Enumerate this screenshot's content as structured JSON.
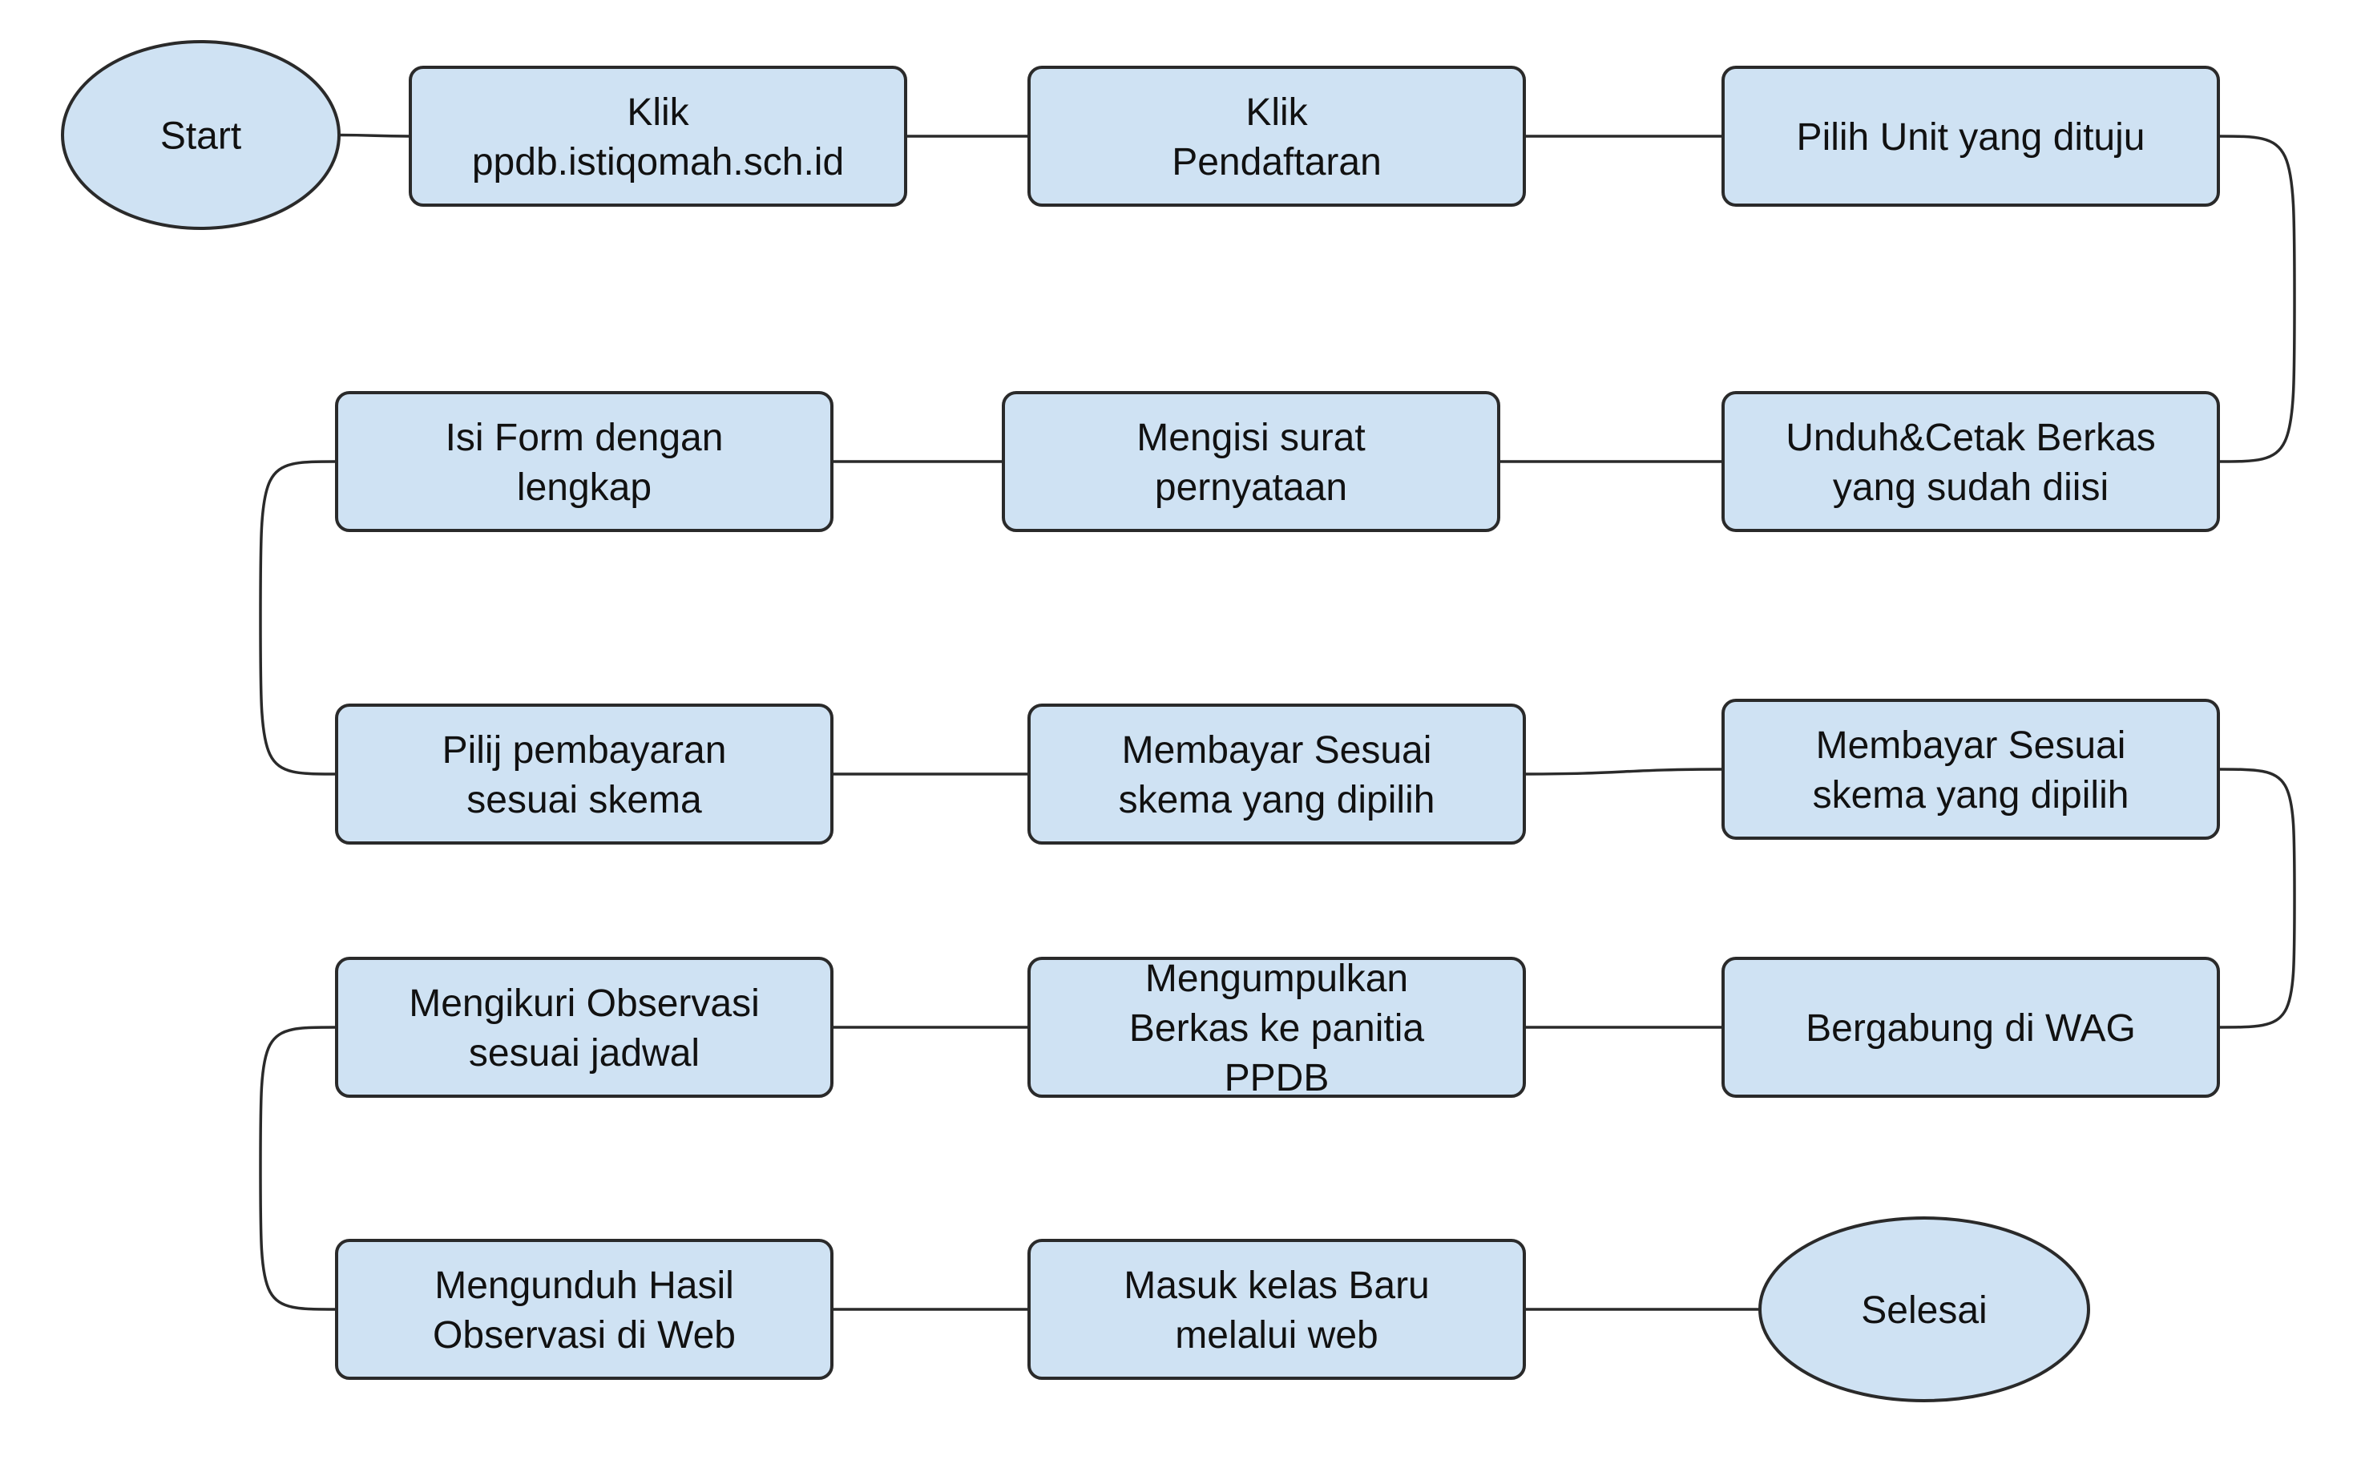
{
  "nodes": [
    {
      "id": "start",
      "shape": "ellipse",
      "lines": [
        "Start"
      ]
    },
    {
      "id": "klik-ppdb",
      "shape": "rect",
      "lines": [
        "Klik",
        "ppdb.istiqomah.sch.id"
      ]
    },
    {
      "id": "klik-pendaftaran",
      "shape": "rect",
      "lines": [
        "Klik",
        "Pendaftaran"
      ]
    },
    {
      "id": "pilih-unit",
      "shape": "rect",
      "lines": [
        "Pilih Unit yang dituju"
      ]
    },
    {
      "id": "unduh-cetak",
      "shape": "rect",
      "lines": [
        "Unduh&Cetak Berkas",
        "yang sudah diisi"
      ]
    },
    {
      "id": "mengisi-surat",
      "shape": "rect",
      "lines": [
        "Mengisi surat",
        "pernyataan"
      ]
    },
    {
      "id": "isi-form",
      "shape": "rect",
      "lines": [
        "Isi Form dengan",
        "lengkap"
      ]
    },
    {
      "id": "pilij-pembayaran",
      "shape": "rect",
      "lines": [
        "Pilij pembayaran",
        "sesuai skema"
      ]
    },
    {
      "id": "membayar-1",
      "shape": "rect",
      "lines": [
        "Membayar Sesuai",
        "skema yang dipilih"
      ]
    },
    {
      "id": "membayar-2",
      "shape": "rect",
      "lines": [
        "Membayar Sesuai",
        "skema yang dipilih"
      ]
    },
    {
      "id": "bergabung-wag",
      "shape": "rect",
      "lines": [
        "Bergabung di WAG"
      ]
    },
    {
      "id": "mengumpulkan",
      "shape": "rect",
      "lines": [
        "Mengumpulkan",
        "Berkas ke panitia",
        "PPDB"
      ]
    },
    {
      "id": "mengikuti-observasi",
      "shape": "rect",
      "lines": [
        "Mengikuri Observasi",
        "sesuai jadwal"
      ]
    },
    {
      "id": "mengunduh-hasil",
      "shape": "rect",
      "lines": [
        "Mengunduh Hasil",
        "Observasi di Web"
      ]
    },
    {
      "id": "masuk-kelas",
      "shape": "rect",
      "lines": [
        "Masuk kelas Baru",
        "melalui web"
      ]
    },
    {
      "id": "selesai",
      "shape": "ellipse",
      "lines": [
        "Selesai"
      ]
    }
  ],
  "edges": [
    [
      "start",
      "klik-ppdb"
    ],
    [
      "klik-ppdb",
      "klik-pendaftaran"
    ],
    [
      "klik-pendaftaran",
      "pilih-unit"
    ],
    [
      "pilih-unit",
      "unduh-cetak"
    ],
    [
      "unduh-cetak",
      "mengisi-surat"
    ],
    [
      "mengisi-surat",
      "isi-form"
    ],
    [
      "isi-form",
      "pilij-pembayaran"
    ],
    [
      "pilij-pembayaran",
      "membayar-1"
    ],
    [
      "membayar-1",
      "membayar-2"
    ],
    [
      "membayar-2",
      "bergabung-wag"
    ],
    [
      "bergabung-wag",
      "mengumpulkan"
    ],
    [
      "mengumpulkan",
      "mengikuti-observasi"
    ],
    [
      "mengikuti-observasi",
      "mengunduh-hasil"
    ],
    [
      "mengunduh-hasil",
      "masuk-kelas"
    ],
    [
      "masuk-kelas",
      "selesai"
    ]
  ]
}
